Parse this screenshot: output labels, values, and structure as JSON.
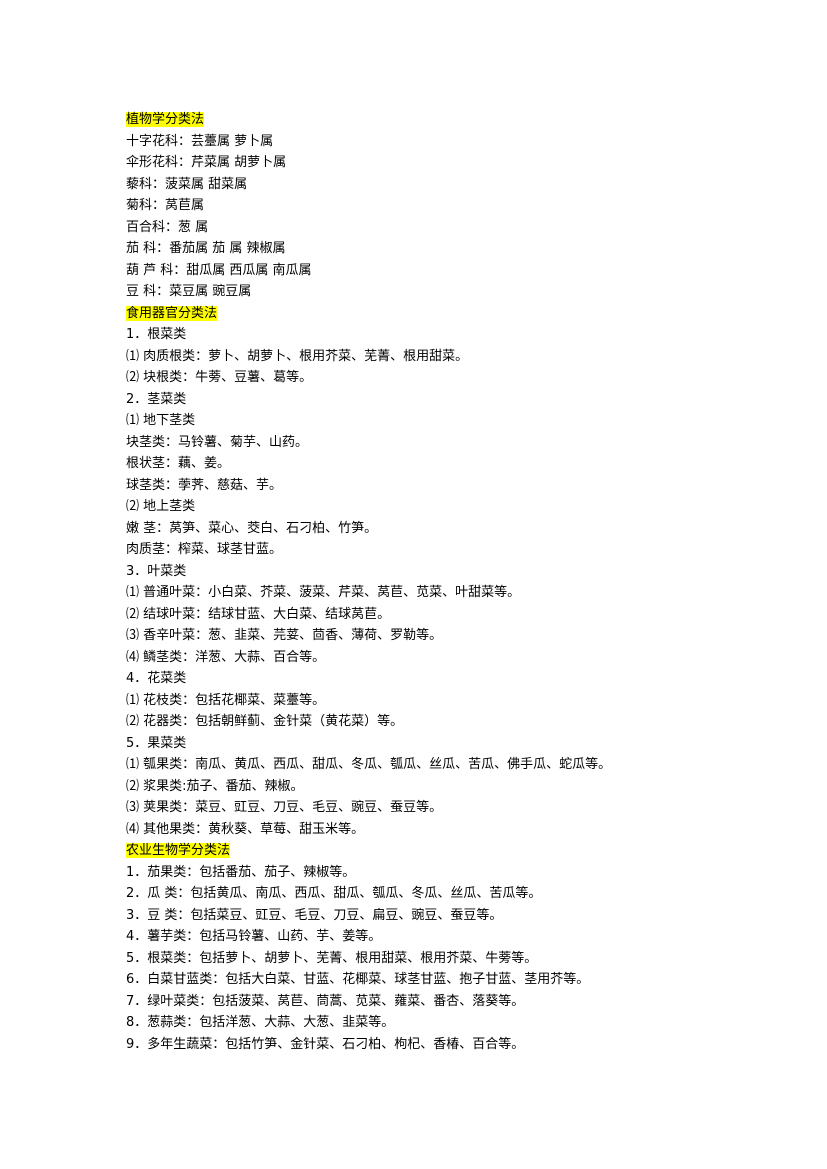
{
  "document": {
    "lines": [
      {
        "type": "heading",
        "text": "植物学分类法"
      },
      {
        "type": "text",
        "text": "十字花科：芸薹属 萝卜属"
      },
      {
        "type": "text",
        "text": "伞形花科：芹菜属 胡萝卜属"
      },
      {
        "type": "text",
        "text": "藜科：菠菜属 甜菜属"
      },
      {
        "type": "text",
        "text": "菊科：莴苣属"
      },
      {
        "type": "text",
        "text": "百合科：葱 属"
      },
      {
        "type": "text",
        "text": "茄 科：番茄属 茄 属 辣椒属"
      },
      {
        "type": "text",
        "text": "葫 芦 科：甜瓜属 西瓜属 南瓜属"
      },
      {
        "type": "text",
        "text": "豆 科：菜豆属 豌豆属"
      },
      {
        "type": "heading",
        "text": "食用器官分类法"
      },
      {
        "type": "text",
        "text": "1．根菜类"
      },
      {
        "type": "text",
        "text": "⑴ 肉质根类：萝卜、胡萝卜、根用芥菜、芜菁、根用甜菜。"
      },
      {
        "type": "text",
        "text": "⑵ 块根类：牛蒡、豆薯、葛等。"
      },
      {
        "type": "text",
        "text": "2．茎菜类"
      },
      {
        "type": "text",
        "text": "⑴ 地下茎类"
      },
      {
        "type": "text",
        "text": "块茎类：马铃薯、菊芋、山药。"
      },
      {
        "type": "text",
        "text": "根状茎：藕、姜。"
      },
      {
        "type": "text",
        "text": "球茎类：荸荠、慈菇、芋。"
      },
      {
        "type": "text",
        "text": "⑵ 地上茎类"
      },
      {
        "type": "text",
        "text": "嫩 茎：莴笋、菜心、茭白、石刁柏、竹笋。"
      },
      {
        "type": "text",
        "text": "肉质茎：榨菜、球茎甘蓝。"
      },
      {
        "type": "text",
        "text": "3．叶菜类"
      },
      {
        "type": "text",
        "text": "⑴ 普通叶菜：小白菜、芥菜、菠菜、芹菜、莴苣、苋菜、叶甜菜等。"
      },
      {
        "type": "text",
        "text": "⑵ 结球叶菜：结球甘蓝、大白菜、结球莴苣。"
      },
      {
        "type": "text",
        "text": "⑶ 香辛叶菜：葱、韭菜、芫荽、茴香、薄荷、罗勒等。"
      },
      {
        "type": "text",
        "text": "⑷ 鳞茎类：洋葱、大蒜、百合等。"
      },
      {
        "type": "text",
        "text": "4．花菜类"
      },
      {
        "type": "text",
        "text": "⑴ 花枝类：包括花椰菜、菜薹等。"
      },
      {
        "type": "text",
        "text": "⑵ 花器类：包括朝鲜蓟、金针菜（黄花菜）等。"
      },
      {
        "type": "text",
        "text": "5．果菜类"
      },
      {
        "type": "text",
        "text": "⑴ 瓠果类：南瓜、黄瓜、西瓜、甜瓜、冬瓜、瓠瓜、丝瓜、苦瓜、佛手瓜、蛇瓜等。"
      },
      {
        "type": "text",
        "text": "⑵ 浆果类:茄子、番茄、辣椒。"
      },
      {
        "type": "text",
        "text": "⑶ 荚果类：菜豆、豇豆、刀豆、毛豆、豌豆、蚕豆等。"
      },
      {
        "type": "text",
        "text": "⑷ 其他果类：黄秋葵、草莓、甜玉米等。"
      },
      {
        "type": "heading",
        "text": "农业生物学分类法"
      },
      {
        "type": "text",
        "text": "1．茄果类：包括番茄、茄子、辣椒等。"
      },
      {
        "type": "text",
        "text": "2．瓜 类：包括黄瓜、南瓜、西瓜、甜瓜、瓠瓜、冬瓜、丝瓜、苦瓜等。"
      },
      {
        "type": "text",
        "text": "3．豆 类：包括菜豆、豇豆、毛豆、刀豆、扁豆、豌豆、蚕豆等。"
      },
      {
        "type": "text",
        "text": "4．薯芋类：包括马铃薯、山药、芋、姜等。"
      },
      {
        "type": "text",
        "text": "5．根菜类：包括萝卜、胡萝卜、芜菁、根用甜菜、根用芥菜、牛蒡等。"
      },
      {
        "type": "text",
        "text": "6．白菜甘蓝类：包括大白菜、甘蓝、花椰菜、球茎甘蓝、抱子甘蓝、茎用芥等。"
      },
      {
        "type": "text",
        "text": "7．绿叶菜类：包括菠菜、莴苣、茼蒿、苋菜、蕹菜、番杏、落葵等。"
      },
      {
        "type": "text",
        "text": "8．葱蒜类：包括洋葱、大蒜、大葱、韭菜等。"
      },
      {
        "type": "text",
        "text": "9．多年生蔬菜：包括竹笋、金针菜、石刁柏、枸杞、香椿、百合等。"
      }
    ]
  },
  "colors": {
    "highlight": "#ffff00",
    "text": "#000000",
    "background": "#ffffff"
  }
}
